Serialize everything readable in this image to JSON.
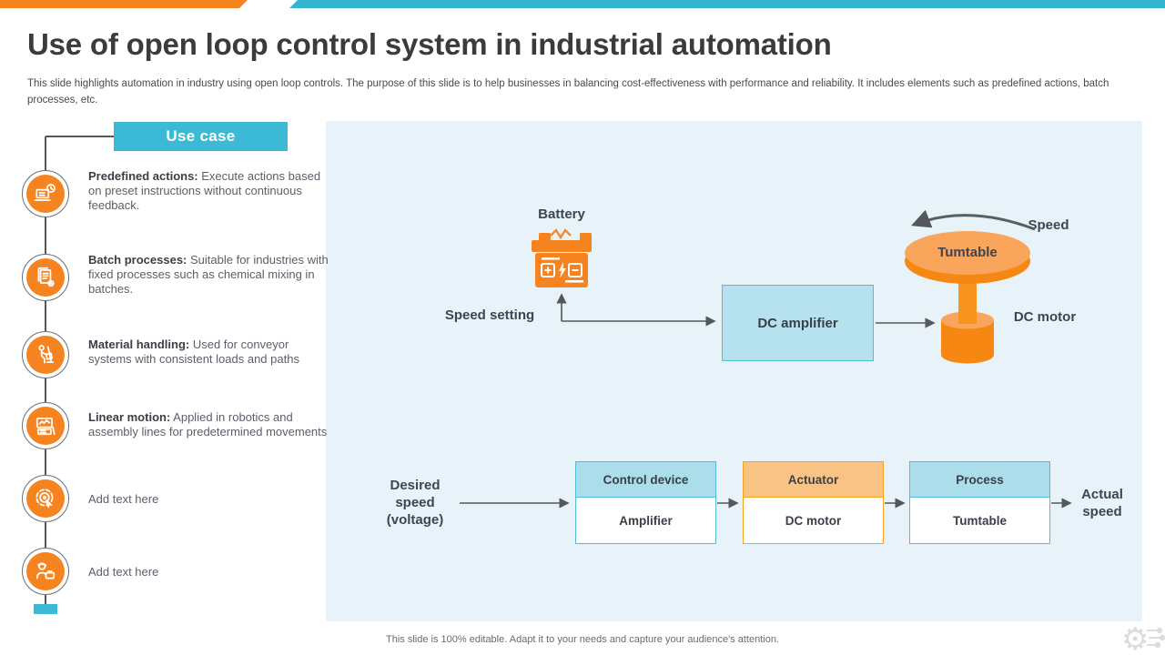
{
  "header": {
    "title": "Use of open loop control system in industrial automation",
    "subtitle": "This slide highlights automation in industry using open loop controls. The purpose of this slide is to help businesses in balancing cost-effectiveness with performance and reliability. It includes elements such as predefined actions, batch processes, etc."
  },
  "use_case": {
    "header_label": "Use case",
    "items": [
      {
        "icon": "laptop-clock-icon",
        "lead": "Predefined actions:",
        "text": " Execute actions based on preset instructions without continuous feedback."
      },
      {
        "icon": "documents-gear-icon",
        "lead": "Batch processes:",
        "text": " Suitable for industries with fixed processes such as chemical mixing in batches."
      },
      {
        "icon": "material-handling-icon",
        "lead": "Material handling:",
        "text": " Used for conveyor systems with consistent loads and paths"
      },
      {
        "icon": "linear-motion-icon",
        "lead": "Linear motion:",
        "text": " Applied in robotics and assembly lines for predetermined  movements"
      },
      {
        "icon": "target-click-icon",
        "lead": "",
        "text": "Add text here"
      },
      {
        "icon": "worker-toolbox-icon",
        "lead": "",
        "text": "Add text here"
      }
    ]
  },
  "diagram": {
    "battery_label": "Battery",
    "speed_setting_label": "Speed setting",
    "dc_amplifier_label": "DC amplifier",
    "turntable_label": "Tumtable",
    "speed_label": "Speed",
    "dc_motor_label": "DC motor",
    "flow": {
      "input_label_lines": [
        "Desired",
        "speed",
        "(voltage)"
      ],
      "output_label_lines": [
        "Actual",
        "speed"
      ],
      "boxes": [
        {
          "header": "Control device",
          "body": "Amplifier",
          "style": "blue"
        },
        {
          "header": "Actuator",
          "body": "DC motor",
          "style": "orange"
        },
        {
          "header": "Process",
          "body": "Tumtable",
          "style": "blue"
        }
      ]
    }
  },
  "footer": {
    "note": "This slide is 100% editable. Adapt it to your needs and capture your audience's attention."
  },
  "colors": {
    "orange": "#F5831F",
    "orange_light": "#FAA55C",
    "orange_dark": "#F68712",
    "teal": "#3CB9D4",
    "panel_bg": "#E8F3F9",
    "box_blue_fill": "#B5E2EE",
    "box_blue_border": "#54BDD5",
    "flow_header_blue": "#ABDDEA",
    "flow_header_orange": "#FAC386",
    "flow_border_orange": "#F5A21C",
    "line_gray": "#54575B",
    "text_dark": "#3A4048"
  }
}
